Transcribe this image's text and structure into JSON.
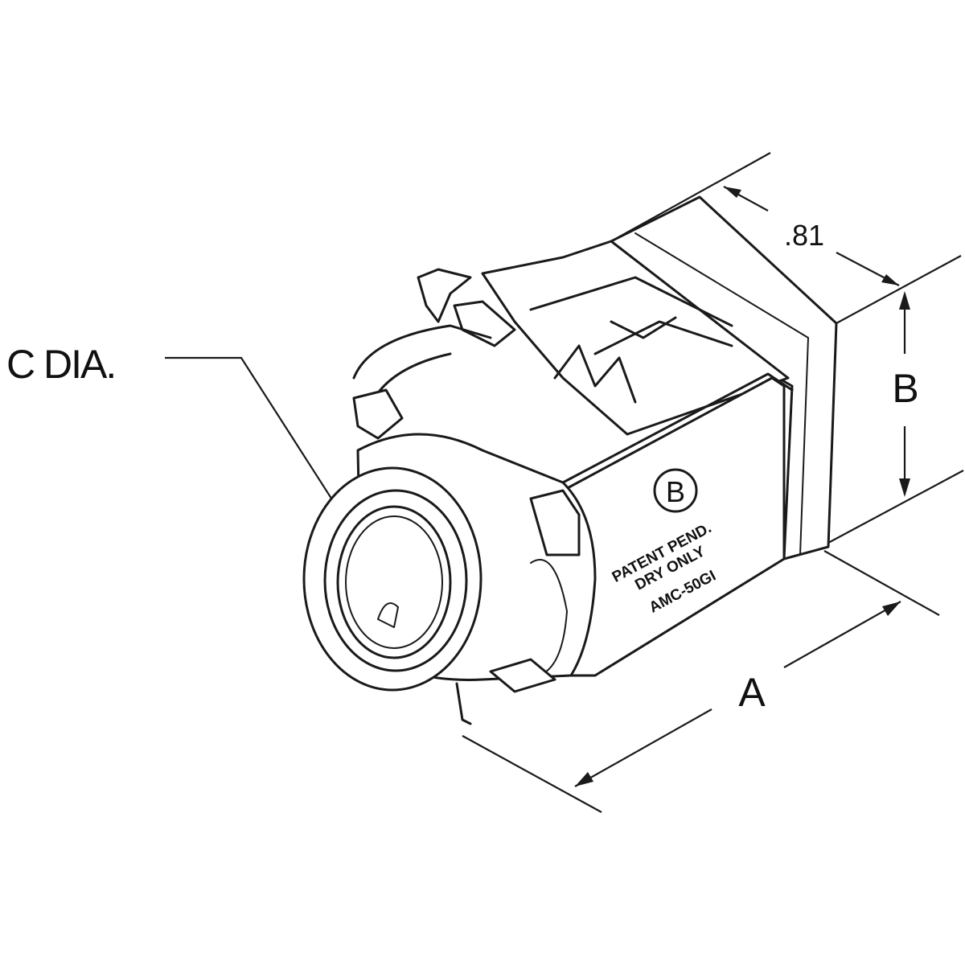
{
  "labels": {
    "c_dia": "C DIA.",
    "dim_a": "A",
    "dim_b": "B",
    "dim_depth": ".81"
  },
  "marking": {
    "logo": "B",
    "line1": "PATENT PEND.",
    "line2": "DRY ONLY",
    "line3": "AMC-50GI"
  },
  "colors": {
    "line": "#1a1a1a",
    "background": "#ffffff"
  }
}
